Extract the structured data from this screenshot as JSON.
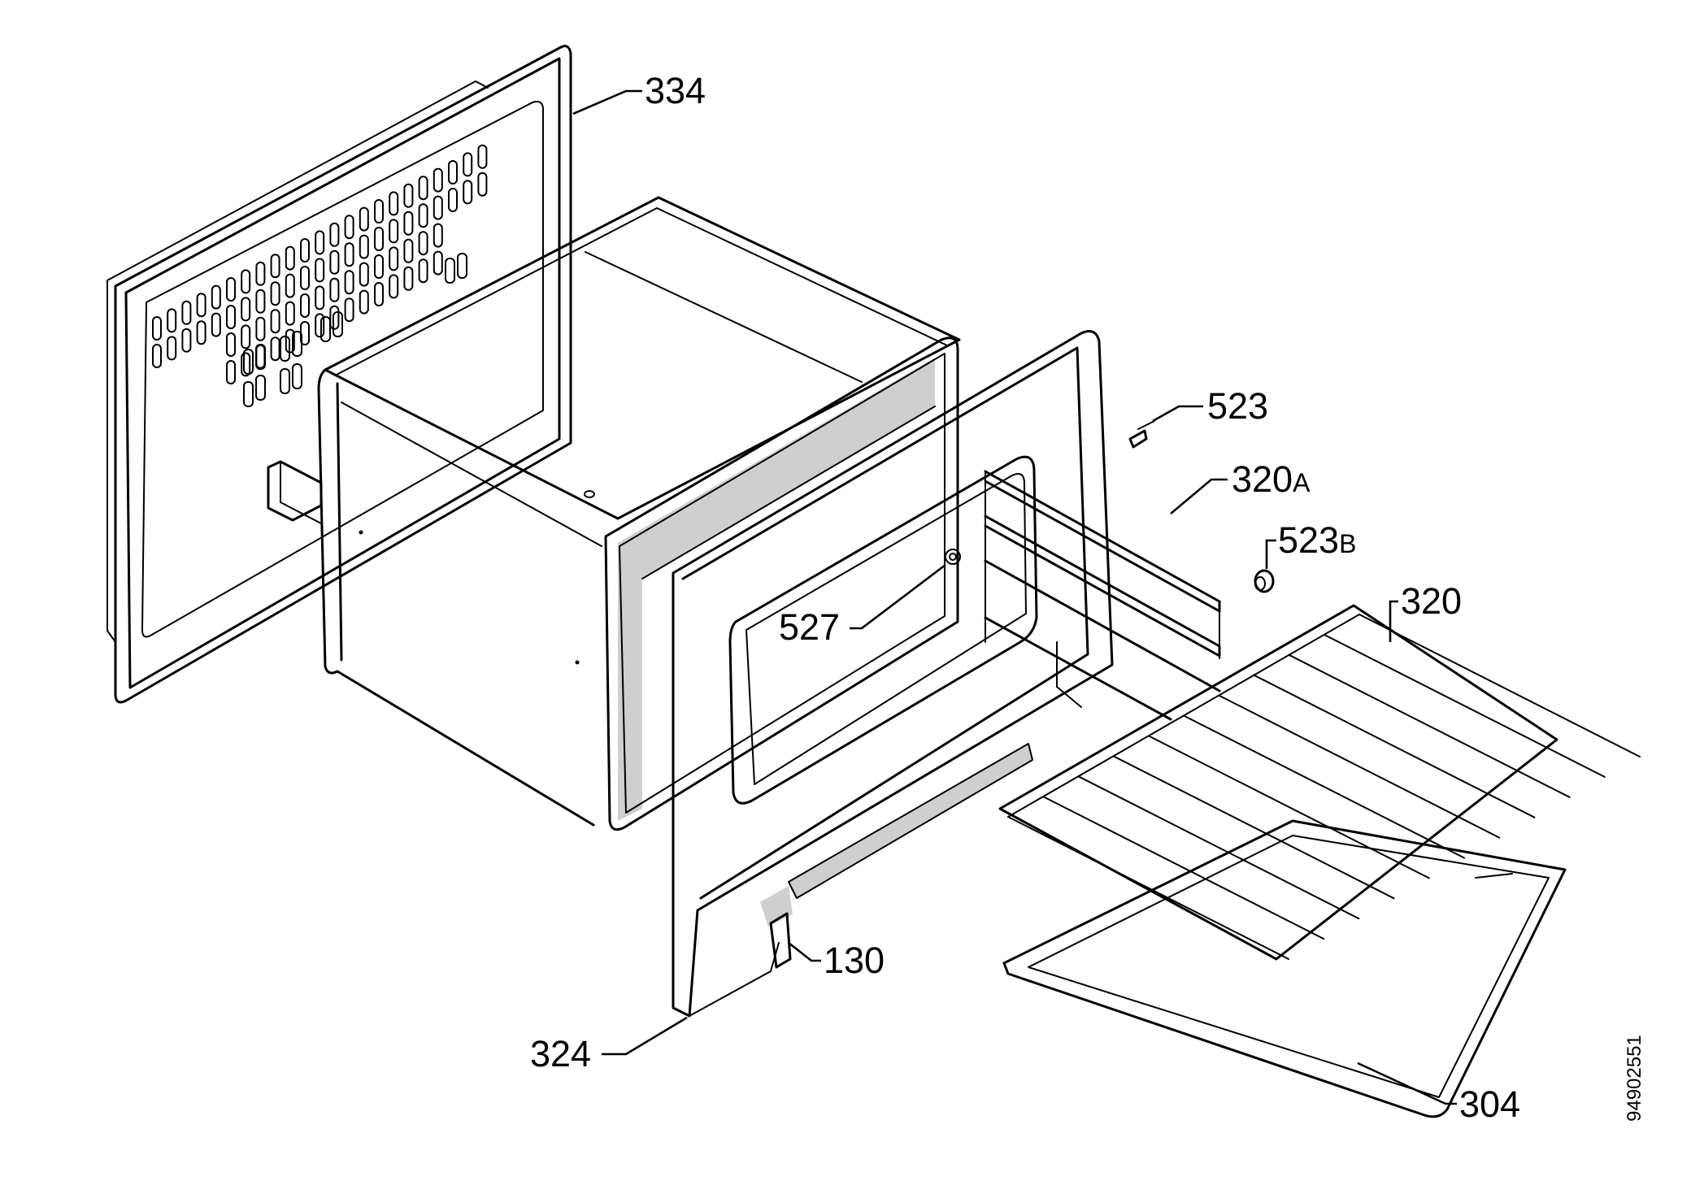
{
  "callouts": {
    "p334": "334",
    "p523": "523",
    "p320a_num": "320",
    "p320a_suffix": "A",
    "p523b_num": "523",
    "p523b_suffix": "B",
    "p320": "320",
    "p527": "527",
    "p130": "130",
    "p324": "324",
    "p304": "304"
  },
  "document_number": "94902551"
}
